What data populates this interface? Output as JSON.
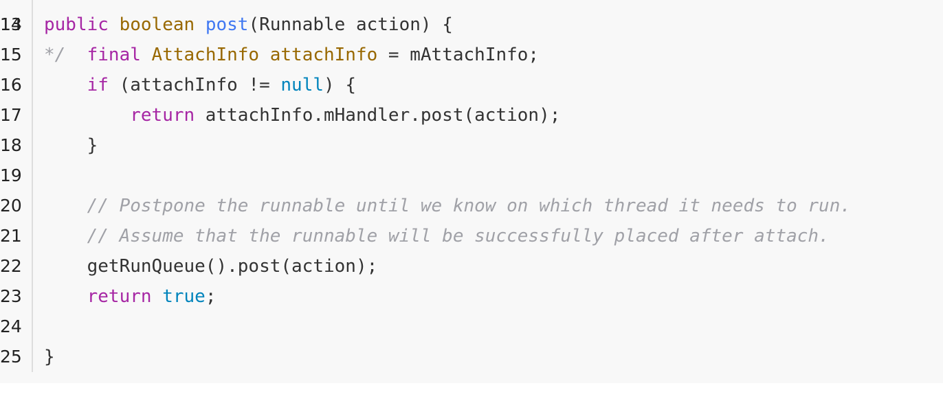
{
  "code": {
    "partial_top": {
      "line_number": "13",
      "text": "*/"
    },
    "lines": [
      {
        "number": "14",
        "tokens": [
          {
            "t": "public ",
            "c": "kw"
          },
          {
            "t": "boolean ",
            "c": "type"
          },
          {
            "t": "post",
            "c": "fn"
          },
          {
            "t": "(Runnable action) {",
            "c": ""
          }
        ]
      },
      {
        "number": "15",
        "tokens": [
          {
            "t": "    ",
            "c": ""
          },
          {
            "t": "final ",
            "c": "kw"
          },
          {
            "t": "AttachInfo attachInfo",
            "c": "type"
          },
          {
            "t": " = mAttachInfo;",
            "c": ""
          }
        ]
      },
      {
        "number": "16",
        "tokens": [
          {
            "t": "    ",
            "c": ""
          },
          {
            "t": "if",
            "c": "kw"
          },
          {
            "t": " (attachInfo != ",
            "c": ""
          },
          {
            "t": "null",
            "c": "lit"
          },
          {
            "t": ") {",
            "c": ""
          }
        ]
      },
      {
        "number": "17",
        "tokens": [
          {
            "t": "        ",
            "c": ""
          },
          {
            "t": "return",
            "c": "kw"
          },
          {
            "t": " attachInfo.mHandler.post(action);",
            "c": ""
          }
        ]
      },
      {
        "number": "18",
        "tokens": [
          {
            "t": "    }",
            "c": ""
          }
        ]
      },
      {
        "number": "19",
        "tokens": []
      },
      {
        "number": "20",
        "tokens": [
          {
            "t": "    ",
            "c": ""
          },
          {
            "t": "// Postpone the runnable until we know on which thread it needs to run.",
            "c": "comment"
          }
        ]
      },
      {
        "number": "21",
        "tokens": [
          {
            "t": "    ",
            "c": ""
          },
          {
            "t": "// Assume that the runnable will be successfully placed after attach.",
            "c": "comment"
          }
        ]
      },
      {
        "number": "22",
        "tokens": [
          {
            "t": "    getRunQueue().post(action);",
            "c": ""
          }
        ]
      },
      {
        "number": "23",
        "tokens": [
          {
            "t": "    ",
            "c": ""
          },
          {
            "t": "return",
            "c": "kw"
          },
          {
            "t": " ",
            "c": ""
          },
          {
            "t": "true",
            "c": "lit"
          },
          {
            "t": ";",
            "c": ""
          }
        ]
      },
      {
        "number": "24",
        "tokens": []
      },
      {
        "number": "25",
        "tokens": [
          {
            "t": "}",
            "c": ""
          }
        ]
      }
    ]
  }
}
